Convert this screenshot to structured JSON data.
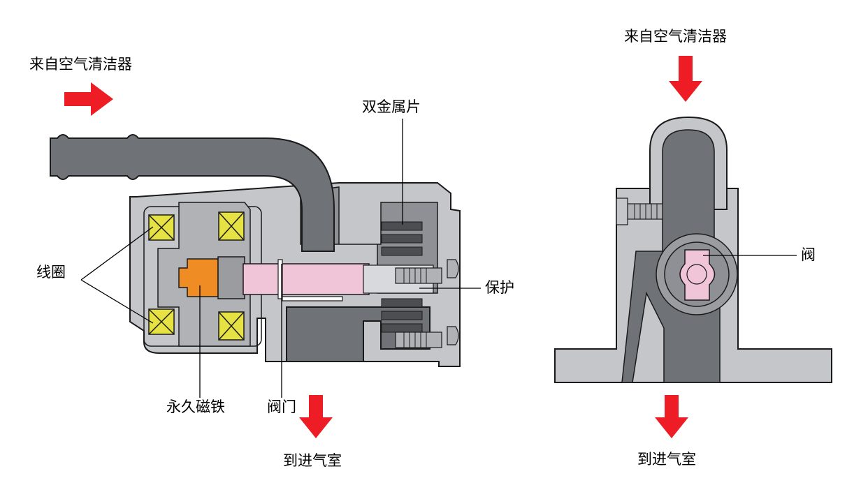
{
  "labels": {
    "from_cleaner_left": "来自空气清洁器",
    "from_cleaner_right": "来自空气清洁器",
    "bimetal": "双金属片",
    "coil": "线圈",
    "protect": "保护",
    "permanent_magnet": "永久磁铁",
    "valve_door": "阀门",
    "to_intake_left": "到进气室",
    "to_intake_right": "到进气室",
    "valve": "阀"
  },
  "colors": {
    "arrow": "#ee1c24",
    "coil": "#e6e243",
    "magnet": "#ef8c24",
    "valve": "#f1c5d8",
    "body_light": "#c4c6ca",
    "body_dark": "#6f7276",
    "outline": "#1a1a1a"
  }
}
